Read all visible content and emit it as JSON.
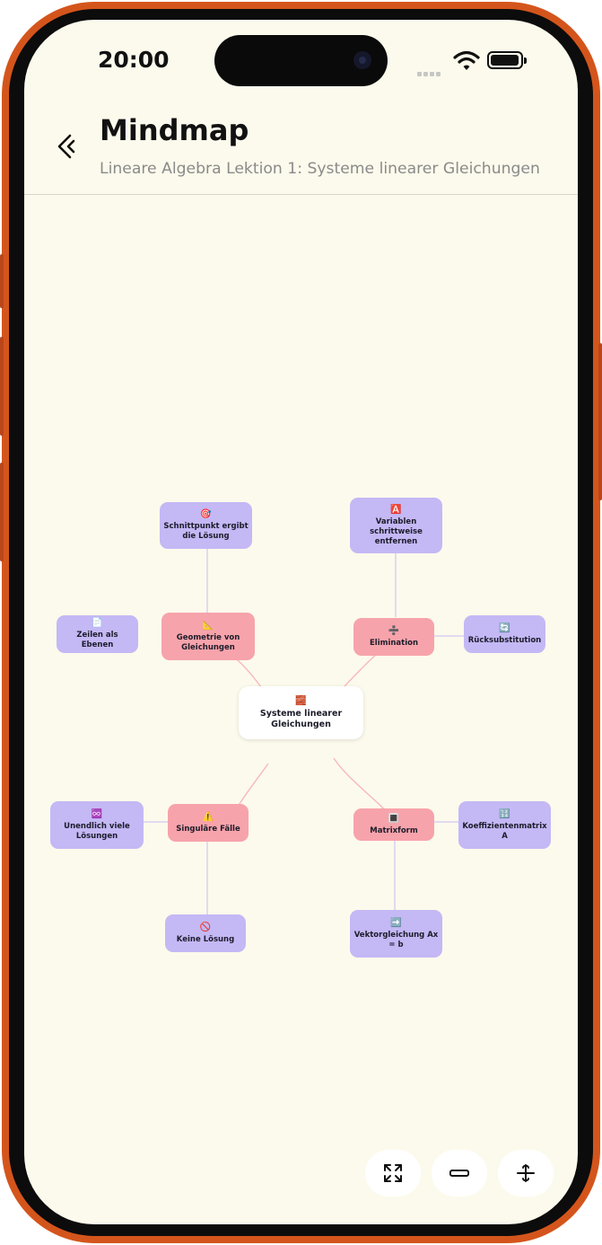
{
  "status": {
    "time": "20:00"
  },
  "header": {
    "title": "Mindmap",
    "subtitle": "Lineare Algebra Lektion 1: Systeme linearer Gleichungen"
  },
  "mindmap": {
    "root": {
      "icon": "🧱",
      "label": "Systeme linearer Gleichungen"
    },
    "branches": [
      {
        "icon": "📐",
        "label": "Geometrie von Gleichungen",
        "children": [
          {
            "icon": "🎯",
            "label": "Schnittpunkt ergibt die Lösung"
          },
          {
            "icon": "📄",
            "label": "Zeilen als Ebenen"
          }
        ]
      },
      {
        "icon": "➗",
        "label": "Elimination",
        "children": [
          {
            "icon": "🅰️",
            "label": "Variablen schrittweise entfernen"
          },
          {
            "icon": "🔄",
            "label": "Rücksubstitution"
          }
        ]
      },
      {
        "icon": "⚠️",
        "label": "Singuläre Fälle",
        "children": [
          {
            "icon": "♾️",
            "label": "Unendlich viele Lösungen"
          },
          {
            "icon": "🚫",
            "label": "Keine Lösung"
          }
        ]
      },
      {
        "icon": "🔳",
        "label": "Matrixform",
        "children": [
          {
            "icon": "🔢",
            "label": "Koeffizientenmatrix A"
          },
          {
            "icon": "➡️",
            "label": "Vektorgleichung Ax = b"
          }
        ]
      }
    ]
  },
  "toolbar": {
    "fit_icon": "expand-arrows-icon",
    "collapse_icon": "collapse-icon",
    "expand_icon": "expand-icon"
  },
  "colors": {
    "background": "#fcfaec",
    "root_node": "#ffffff",
    "branch_node": "#f7a3ab",
    "leaf_node": "#c4b8f5",
    "branch_link": "#f6b9bd",
    "leaf_link": "#d3c8f3",
    "frame": "#d4551c"
  }
}
